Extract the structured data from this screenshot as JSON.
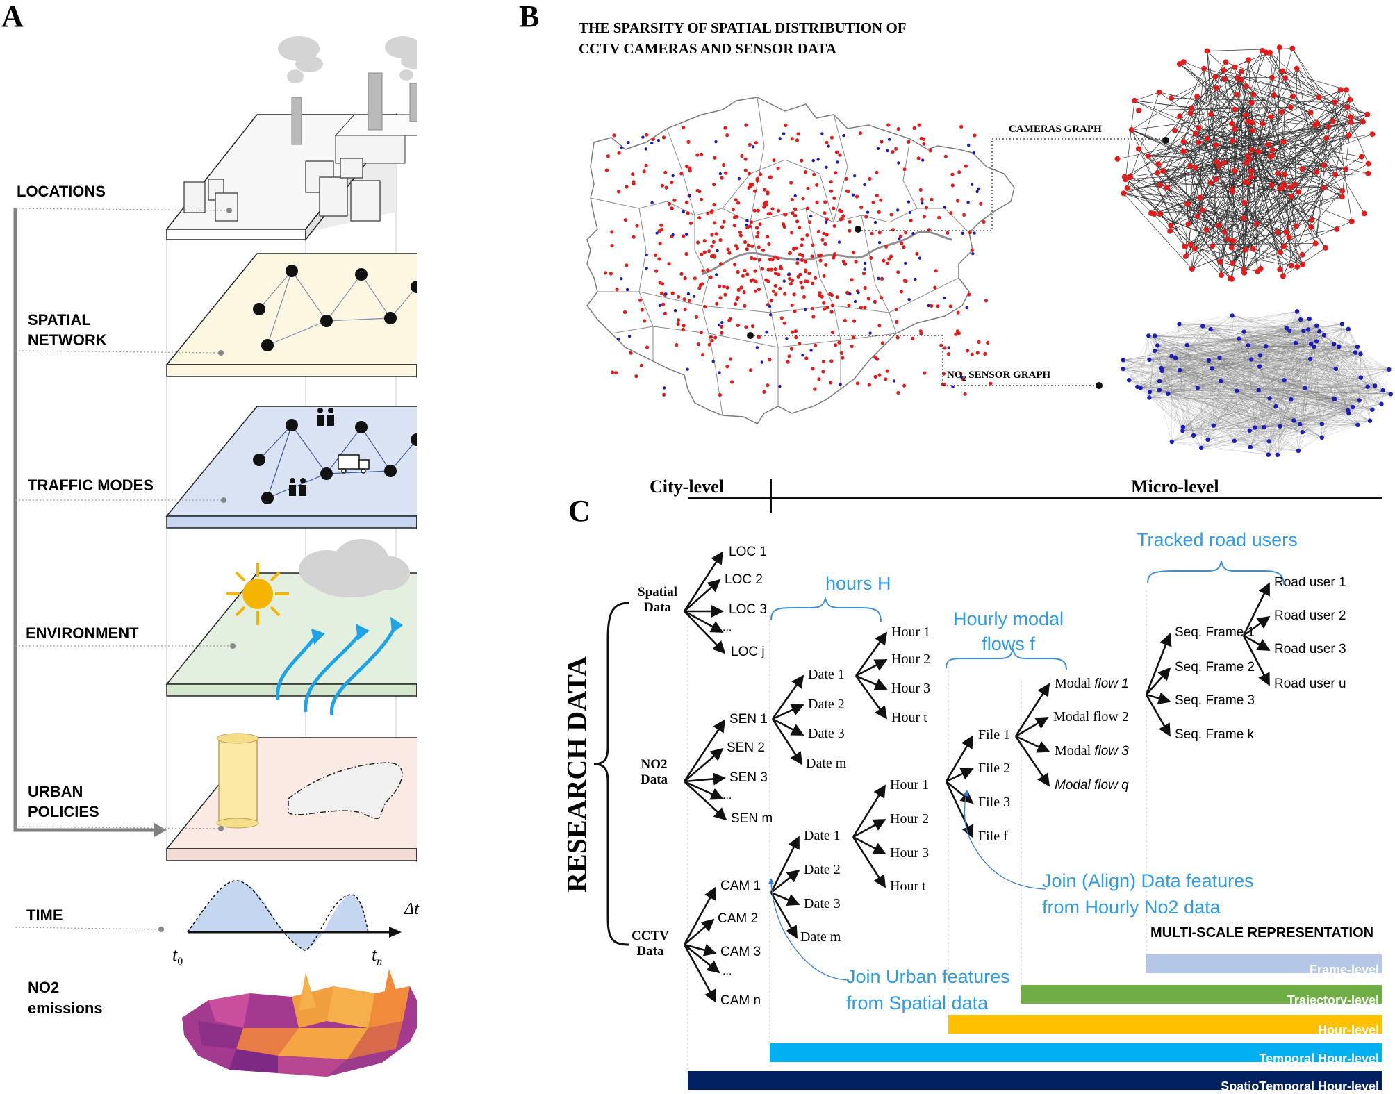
{
  "panel_a": {
    "label": "A",
    "layers": [
      "LOCATIONS",
      "SPATIAL",
      "NETWORK",
      "TRAFFIC MODES",
      "ENVIRONMENT",
      "URBAN",
      "POLICIES",
      "TIME",
      "NO2",
      "emissions"
    ],
    "time_labels": {
      "delta": "Δt",
      "t0": "t",
      "t0_sub": "0",
      "tn": "t",
      "tn_sub": "n"
    }
  },
  "panel_b": {
    "label": "B",
    "title_line1": "THE SPARSITY OF SPATIAL DISTRIBUTION  OF",
    "title_line2": "CCTV CAMERAS AND SENSOR DATA",
    "cameras_graph": "CAMERAS GRAPH",
    "sensor_graph_pre": "NO",
    "sensor_graph_sub": "2",
    "sensor_graph_post": " SENSOR GRAPH",
    "camera_color": "#e21b1b",
    "sensor_color": "#1c1cb8"
  },
  "panel_c": {
    "label": "C",
    "city_level": "City-level",
    "micro_level": "Micro-level",
    "research_data": "RESEARCH DATA",
    "spatial_line1": "Spatial",
    "spatial_line2": "Data",
    "no2_line1": "NO2",
    "no2_line2": "Data",
    "cctv_line1": "CCTV",
    "cctv_line2": "Data",
    "loc": [
      "LOC 1",
      "LOC 2",
      "LOC 3",
      "...",
      "LOC j"
    ],
    "sen": [
      "SEN 1",
      "SEN 2",
      "SEN 3",
      "...",
      "SEN m"
    ],
    "cam": [
      "CAM 1",
      "CAM 2",
      "CAM 3",
      "...",
      "CAM n"
    ],
    "date_upper": [
      "Date 1",
      "Date 2",
      "Date 3",
      "Date m"
    ],
    "date_lower": [
      "Date 1",
      "Date 2",
      "Date 3",
      "Date m"
    ],
    "hour_upper": [
      "Hour 1",
      "Hour 2",
      "Hour 3",
      "Hour t"
    ],
    "hour_lower": [
      "Hour 1",
      "Hour 2",
      "Hour 3",
      "Hour t"
    ],
    "files": [
      "File 1",
      "File 2",
      "File 3",
      "File f"
    ],
    "modal_flows": [
      {
        "pre": "Modal ",
        "it": "flow 1"
      },
      {
        "pre": "Modal flow 2",
        "it": ""
      },
      {
        "pre": "Modal ",
        "it": "flow 3"
      },
      {
        "pre": "",
        "it": "Modal flow q"
      }
    ],
    "frames": [
      "Seq. Frame 1",
      "Seq. Frame 2",
      "Seq. Frame 3",
      "Seq. Frame k"
    ],
    "road_users": [
      "Road user 1",
      "Road user 2",
      "Road user 3",
      "Road user u"
    ],
    "hours_h": "hours H",
    "hourly_modal_line1": "Hourly modal",
    "hourly_modal_line2": "flows f",
    "tracked": "Tracked road users",
    "join_align_line1": "Join (Align) Data features",
    "join_align_line2": "from Hourly No2 data",
    "join_urban_line1": "Join Urban features",
    "join_urban_line2": "from Spatial data",
    "multi_scale": "MULTI-SCALE REPRESENTATION",
    "bars": [
      {
        "label": "Frame-level",
        "color": "#b4c7e7"
      },
      {
        "label": "Trajectory-level",
        "color": "#70ad47"
      },
      {
        "label": "Hour-level",
        "color": "#ffc000"
      },
      {
        "label": "Temporal Hour-level",
        "color": "#00b0f0"
      },
      {
        "label": "SpatioTemporal Hour-level",
        "color": "#002060"
      }
    ]
  }
}
